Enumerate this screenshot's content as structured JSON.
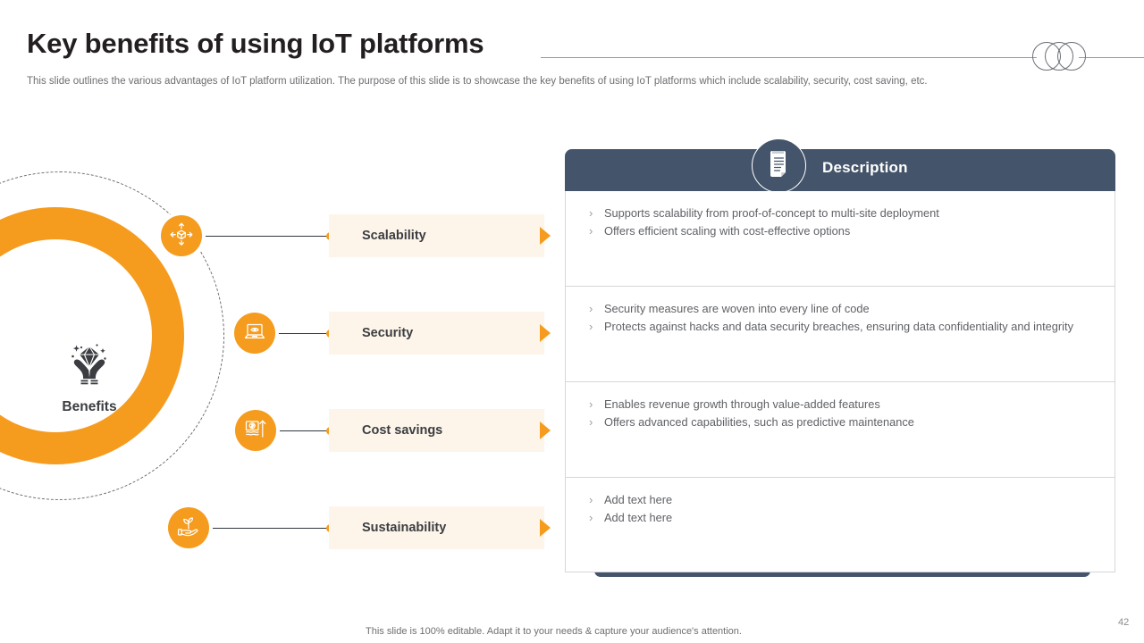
{
  "header": {
    "title": "Key benefits of using IoT platforms",
    "subtitle": "This slide outlines the various advantages of IoT platform utilization. The purpose of this slide is to showcase the key benefits of using IoT platforms which include scalability, security, cost saving, etc.",
    "decoration_icon": "three-overlapping-circles-icon"
  },
  "diagram": {
    "center_label": "Benefits",
    "center_icon": "diamond-in-hands-icon",
    "nodes": [
      {
        "label": "Scalability",
        "icon": "cube-with-arrows-icon"
      },
      {
        "label": "Security",
        "icon": "laptop-with-eye-icon"
      },
      {
        "label": "Cost savings",
        "icon": "money-gear-growth-icon"
      },
      {
        "label": "Sustainability",
        "icon": "hand-holding-plant-icon"
      }
    ]
  },
  "description_panel": {
    "title": "Description",
    "icon": "document-icon",
    "sections": [
      {
        "items": [
          "Supports scalability from proof-of-concept to multi-site deployment",
          "Offers efficient scaling with cost-effective options"
        ]
      },
      {
        "items": [
          "Security measures are woven into every line of code",
          "Protects against hacks and data security breaches, ensuring data confidentiality and integrity"
        ]
      },
      {
        "items": [
          "Enables revenue growth through value-added features",
          "Offers advanced capabilities, such as predictive maintenance"
        ]
      },
      {
        "items": [
          "Add text here",
          "Add text here"
        ]
      }
    ],
    "bullet_glyph": "›"
  },
  "footer": {
    "note": "This slide is 100% editable. Adapt it to your needs & capture your audience's attention.",
    "page_number": "42"
  },
  "colors": {
    "orange": "#f59c1f",
    "pill_bg": "#fdf5e9",
    "panel_dark": "#44546a",
    "text_dark": "#3b3d42",
    "text_muted": "#6d6e71"
  }
}
